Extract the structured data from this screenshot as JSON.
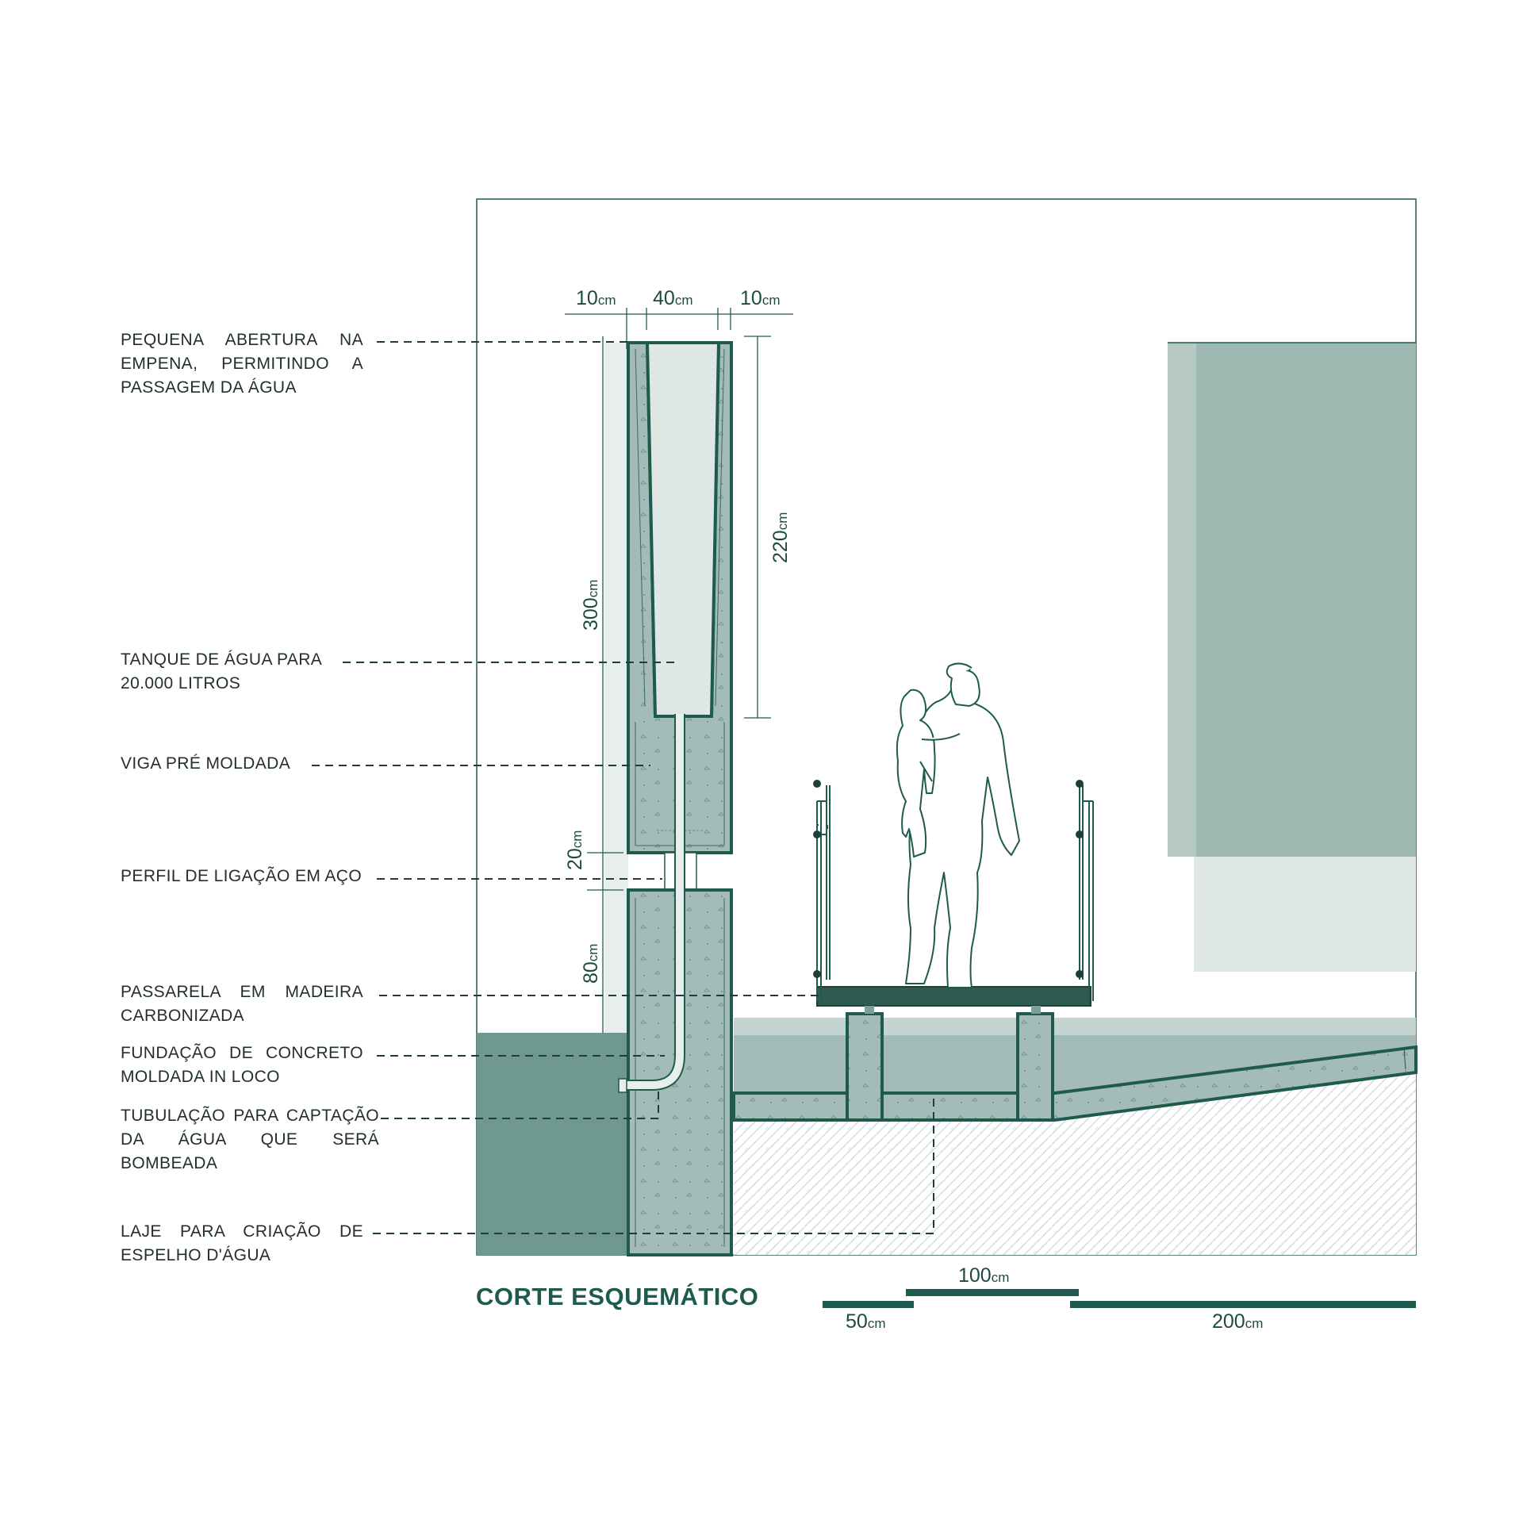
{
  "title": "CORTE ESQUEMÁTICO",
  "labels": [
    {
      "name": "label-pequena-abertura",
      "lines": [
        "PEQUENA ABERTURA NA",
        "EMPENA, PERMITINDO A",
        "PASSAGEM DA ÁGUA"
      ]
    },
    {
      "name": "label-tanque",
      "lines": [
        "TANQUE DE ÁGUA PARA",
        "20.000 LITROS"
      ]
    },
    {
      "name": "label-viga",
      "lines": [
        "VIGA PRÉ MOLDADA"
      ]
    },
    {
      "name": "label-perfil",
      "lines": [
        "PERFIL DE LIGAÇÃO EM AÇO"
      ]
    },
    {
      "name": "label-passarela",
      "lines": [
        "PASSARELA EM MADEIRA",
        "CARBONIZADA"
      ]
    },
    {
      "name": "label-fundacao",
      "lines": [
        "FUNDAÇÃO DE CONCRETO",
        "MOLDADA IN LOCO"
      ]
    },
    {
      "name": "label-tubulacao",
      "lines": [
        "TUBULAÇÃO PARA CAPTAÇÃO",
        "DA ÁGUA QUE SERÁ",
        "BOMBEADA"
      ]
    },
    {
      "name": "label-laje",
      "lines": [
        "LAJE PARA CRIAÇÃO DE",
        "ESPELHO D'ÁGUA"
      ]
    }
  ],
  "dimensions": {
    "wall_left": {
      "value": "10",
      "unit": "cm"
    },
    "tank_width": {
      "value": "40",
      "unit": "cm"
    },
    "wall_right": {
      "value": "10",
      "unit": "cm"
    },
    "tank_height": {
      "value": "220",
      "unit": "cm"
    },
    "beam_height": {
      "value": "300",
      "unit": "cm"
    },
    "gap": {
      "value": "20",
      "unit": "cm"
    },
    "foundation": {
      "value": "80",
      "unit": "cm"
    }
  },
  "scale_bar": {
    "s50": {
      "value": "50",
      "unit": "cm"
    },
    "s100": {
      "value": "100",
      "unit": "cm"
    },
    "s200": {
      "value": "200",
      "unit": "cm"
    }
  },
  "colors": {
    "outline": "#1f5a4f",
    "concrete": "#a4bcb7",
    "water_light": "#dfe7e5",
    "ground_water": "#6f9891",
    "building": "#9eb8b2"
  }
}
